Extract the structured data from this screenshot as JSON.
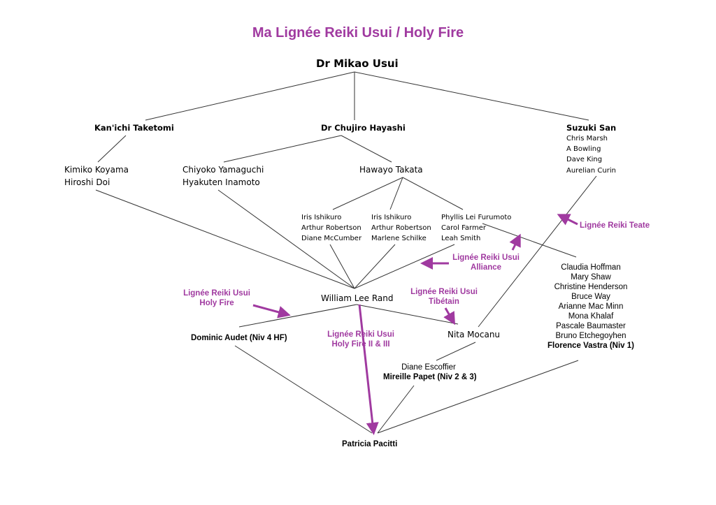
{
  "title": "Ma Lignée Reiki Usui / Holy Fire",
  "usui": "Dr Mikao Usui",
  "taketomi": "Kan'ichi Taketomi",
  "hayashi": "Dr Chujiro Hayashi",
  "suzuki": {
    "name": "Suzuki San",
    "students": [
      "Chris Marsh",
      "A Bowling",
      "Dave King",
      "Aurelian Curin"
    ]
  },
  "taketomi_students": [
    "Kimiko Koyama",
    "Hiroshi Doi"
  ],
  "hayashi_students": [
    "Chiyoko Yamaguchi",
    "Hyakuten Inamoto"
  ],
  "takata": "Hawayo Takata",
  "takata_groups": [
    [
      "Iris Ishikuro",
      "Arthur Robertson",
      "Diane McCumber"
    ],
    [
      "Iris Ishikuro",
      "Arthur Robertson",
      "Marlene Schilke"
    ],
    [
      "Phyllis Lei Furumoto",
      "Carol Farmer",
      "Leah Smith"
    ]
  ],
  "rand": "William Lee Rand",
  "dominic": "Dominic Audet (Niv 4 HF)",
  "nita": "Nita Mocanu",
  "diane": "Diane Escoffier",
  "mireille": "Mireille Papet (Niv 2 & 3)",
  "right_group": [
    "Claudia Hoffman",
    "Mary Shaw",
    "Christine Henderson",
    "Bruce Way",
    "Arianne Mac Minn",
    "Mona Khalaf",
    "Pascale Baumaster",
    "Bruno Etchegoyhen"
  ],
  "florence": "Florence Vastra (Niv 1)",
  "patricia": "Patricia Pacitti",
  "labels": {
    "teate": "Lignée Reiki Teate",
    "alliance": [
      "Lignée Reiki Usui",
      "Alliance"
    ],
    "holy_fire": [
      "Lignée Reiki Usui",
      "Holy Fire"
    ],
    "tibetain": [
      "Lignée Reiki Usui",
      "Tibétain"
    ],
    "holy_fire_2_3": [
      "Lignée Reiki Usui",
      "Holy Fire II & III"
    ]
  },
  "colors": {
    "accent": "#a03aa0",
    "line": "#333333"
  }
}
